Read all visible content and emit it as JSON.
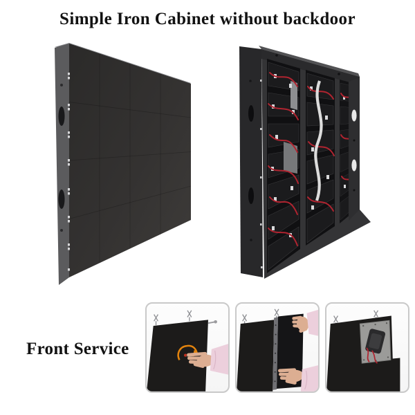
{
  "page": {
    "background": "#ffffff",
    "title": "Simple Iron Cabinet without backdoor",
    "front_service_label": "Front Service"
  },
  "colors": {
    "title_text": "#121212",
    "cabinet_face": "#333130",
    "cabinet_side": "#5b5b5d",
    "frame_dark": "#343436",
    "side_bar_dark": "#28282a",
    "inner_dark": "#101012",
    "module_dark": "#1b1b1d",
    "wire_red": "#b02430",
    "cable_white": "#dcdcdc",
    "psu_gray": "#77787a",
    "thumb_border": "#c9c9c9",
    "panel_black": "#1c1b1a",
    "plate_gray": "#9b9b99",
    "skin": "#dcae92",
    "sleeve_pink": "#eccfdc",
    "arrow_orange": "#e2830d",
    "clip_gray": "#8f9094"
  },
  "figures": {
    "front_cabinet": "iron-cabinet-front-view",
    "back_cabinet": "iron-cabinet-back-view-without-backdoor",
    "service_steps": [
      "unlock-module-with-tool",
      "pull-module-out",
      "module-bay-opened"
    ]
  }
}
